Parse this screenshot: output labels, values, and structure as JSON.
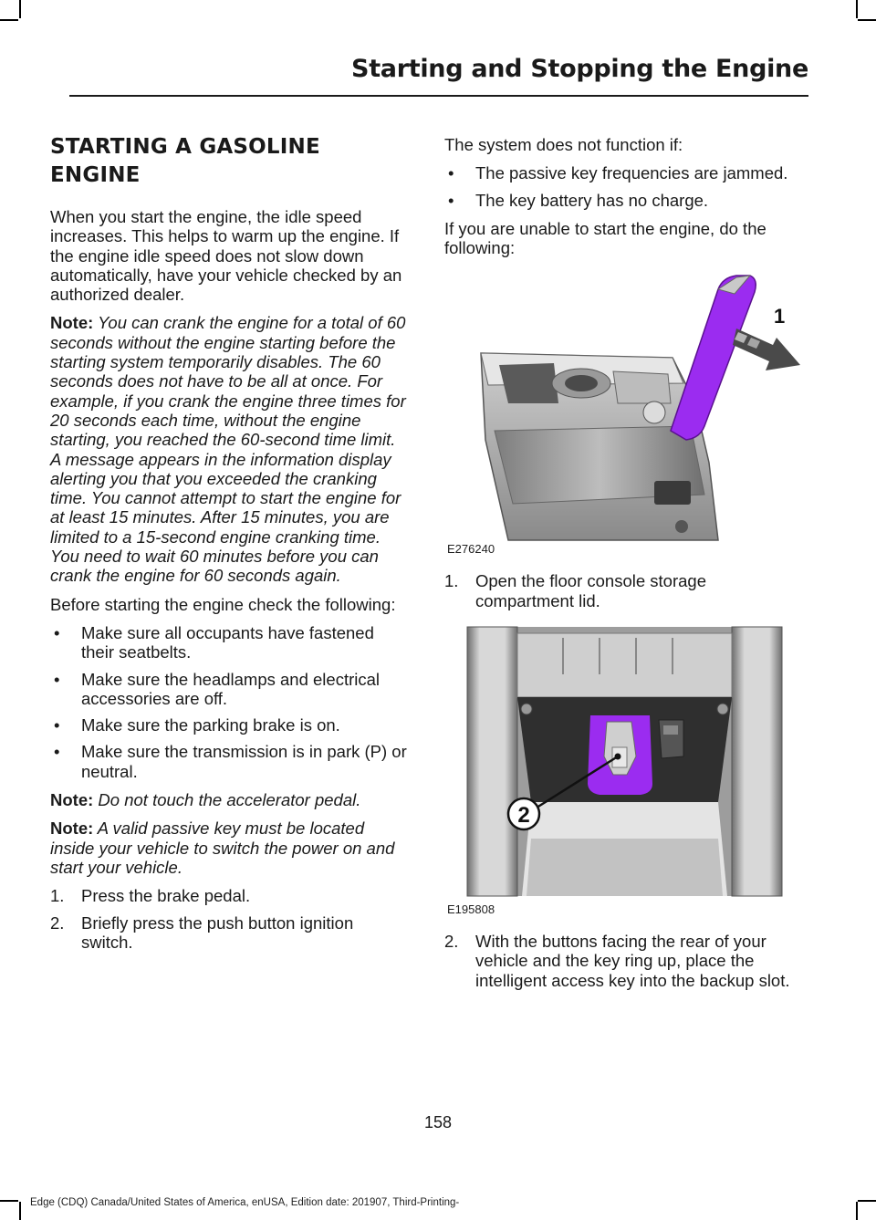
{
  "header": {
    "title": "Starting and Stopping the Engine"
  },
  "left": {
    "heading_line1": "STARTING A GASOLINE",
    "heading_line2": "ENGINE",
    "intro": "When you start the engine, the idle speed increases.  This helps to warm up the engine.  If the engine idle speed does not slow down automatically, have your vehicle checked by an authorized dealer.",
    "note1_label": "Note:",
    "note1_text": "  You can crank the engine for a total of 60 seconds without the engine starting before the starting system temporarily disables.  The 60 seconds does not have to be all at once.  For example, if you crank the engine three times for 20 seconds each time, without the engine starting, you reached the 60-second time limit.  A message appears in the information display alerting you that you exceeded the cranking time.  You cannot attempt to start the engine for at least 15 minutes.  After 15 minutes, you are limited to a 15-second engine cranking time.  You need to wait 60 minutes before you can crank the engine for 60 seconds again.",
    "check_intro": "Before starting the engine check the following:",
    "checks": [
      "Make sure all occupants have fastened their seatbelts.",
      "Make sure the headlamps and electrical accessories are off.",
      "Make sure the parking brake is on.",
      "Make sure the transmission is in park (P) or neutral."
    ],
    "note2_label": "Note:",
    "note2_text": " Do not touch the accelerator pedal.",
    "note3_label": "Note:",
    "note3_text": " A valid passive key must be located inside your vehicle to switch the power on and start your vehicle.",
    "steps": [
      {
        "num": "1.",
        "text": "Press the brake pedal."
      },
      {
        "num": "2.",
        "text": "Briefly press the push button ignition switch."
      }
    ]
  },
  "right": {
    "fail_intro": "The system does not function if:",
    "fails": [
      "The passive key frequencies are jammed.",
      "The key battery has no charge."
    ],
    "unable": "If you are unable to start the engine, do the following:",
    "figure1": {
      "code": "E276240",
      "callout": "1"
    },
    "step1": {
      "num": "1.",
      "text": "Open the floor console storage compartment lid."
    },
    "figure2": {
      "code": "E195808",
      "callout": "2"
    },
    "step2": {
      "num": "2.",
      "text": "With the buttons facing the rear of your vehicle and the key ring up, place the intelligent access key into the backup slot."
    }
  },
  "colors": {
    "highlight": "#9b2cf0"
  },
  "page_number": "158",
  "footer": "Edge (CDQ) Canada/United States of America, enUSA, Edition date: 201907, Third-Printing-"
}
